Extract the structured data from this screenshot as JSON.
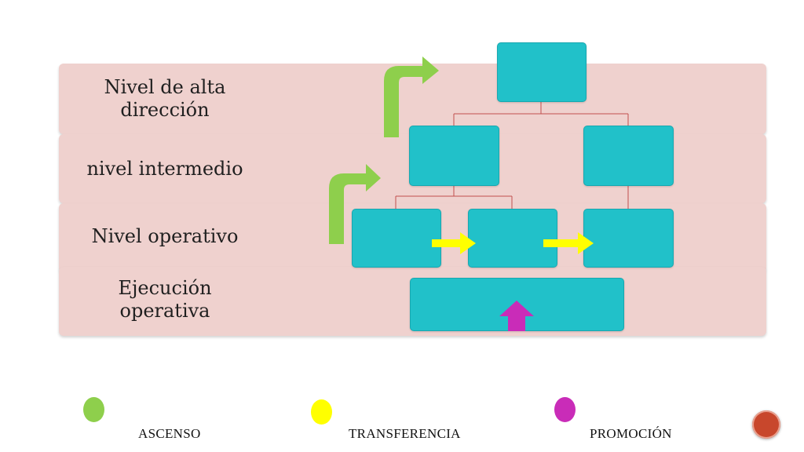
{
  "levels": [
    {
      "label": "Nivel de alta dirección"
    },
    {
      "label": "nivel intermedio"
    },
    {
      "label": "Nivel operativo"
    },
    {
      "label": "Ejecución operativa"
    }
  ],
  "legend": [
    {
      "label": "ASCENSO",
      "color": "#8ecf4c"
    },
    {
      "label": "TRANSFERENCIA",
      "color": "#ffff00"
    },
    {
      "label": "PROMOCIÓN",
      "color": "#c92cb8"
    }
  ],
  "colors": {
    "band": "#efd1ce",
    "box": "#21c1c9",
    "connector": "#c0504d",
    "ascenso": "#8ecf4c",
    "transferencia": "#ffff00",
    "promocion": "#c92cb8"
  },
  "icons": [
    "ascenso-arrow-icon",
    "transferencia-arrow-icon",
    "promocion-arrow-icon",
    "page-number-badge-icon"
  ]
}
